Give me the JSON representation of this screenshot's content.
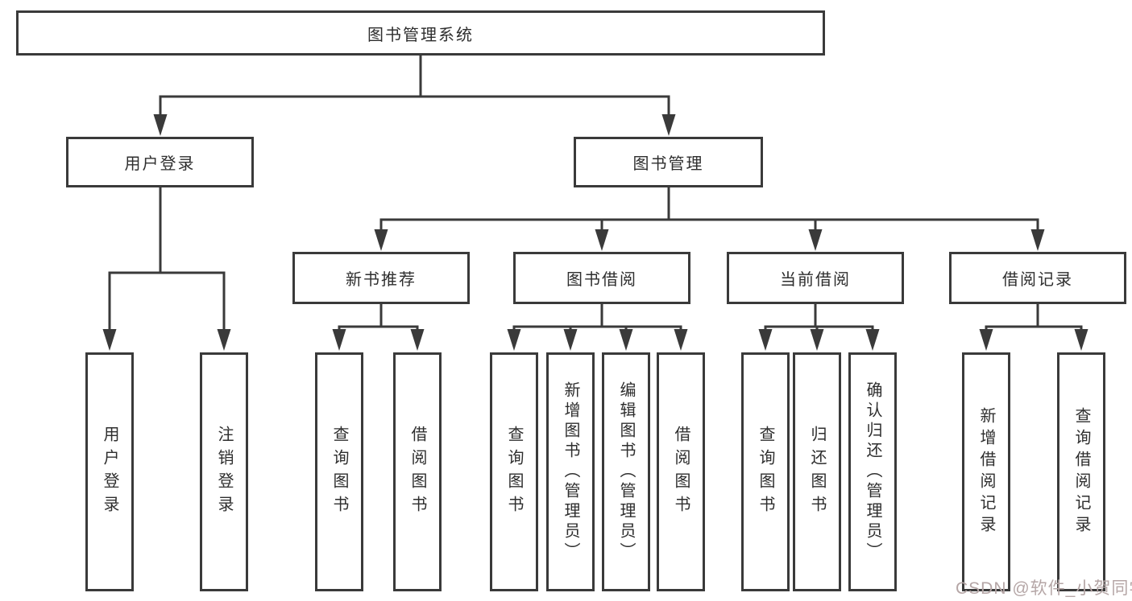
{
  "colors": {
    "line": "#3a3a3a",
    "box_border": "#3a3a3a",
    "text": "#2e2e2e",
    "background": "#ffffff",
    "watermark_text": "#b5a6a6"
  },
  "watermark": {
    "label": "CSDN @软件_小贺同学"
  },
  "diagram": {
    "type": "hierarchy-tree",
    "title": "图书管理系统",
    "branches": [
      {
        "label": "用户登录",
        "children": [
          {
            "label": "用户登录"
          },
          {
            "label": "注销登录"
          }
        ]
      },
      {
        "label": "图书管理",
        "sections": [
          {
            "label": "新书推荐",
            "children": [
              {
                "label": "查询图书"
              },
              {
                "label": "借阅图书"
              }
            ]
          },
          {
            "label": "图书借阅",
            "children": [
              {
                "label": "查询图书"
              },
              {
                "label": "新增图书（管理员）"
              },
              {
                "label": "编辑图书（管理员）"
              },
              {
                "label": "借阅图书"
              }
            ]
          },
          {
            "label": "当前借阅",
            "children": [
              {
                "label": "查询图书"
              },
              {
                "label": "归还图书"
              },
              {
                "label": "确认归还（管理员）"
              }
            ]
          },
          {
            "label": "借阅记录",
            "children": [
              {
                "label": "新增借阅记录"
              },
              {
                "label": "查询借阅记录"
              }
            ]
          }
        ]
      }
    ]
  }
}
